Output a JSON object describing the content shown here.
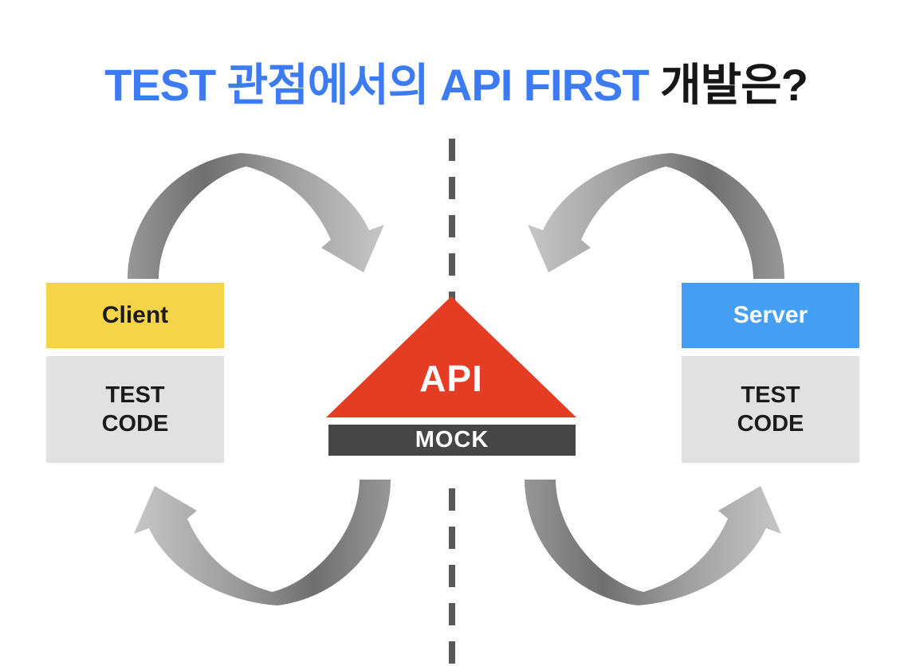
{
  "title": {
    "highlight": "TEST 관점에서의 API FIRST ",
    "rest": "개발은?"
  },
  "left": {
    "header": "Client",
    "body": "TEST\nCODE"
  },
  "right": {
    "header": "Server",
    "body": "TEST\nCODE"
  },
  "center": {
    "triangle_label": "API",
    "bar_label": "MOCK"
  },
  "icons": {
    "top_left": "arrow-client-to-api",
    "top_right": "arrow-server-to-api",
    "bottom_left": "arrow-api-to-client",
    "bottom_right": "arrow-api-to-server",
    "divider": "dashed-divider-line"
  },
  "colors": {
    "title_highlight": "#3C7BF1",
    "title_rest": "#161616",
    "client_header_bg": "#F6D44A",
    "server_header_bg": "#459FF4",
    "test_code_bg": "#E1E1E1",
    "api_triangle": "#E53C24",
    "mock_bar": "#464646",
    "dashed_line": "#595959",
    "arrow_dark": "#6F6F6F",
    "arrow_light": "#C6C6C6",
    "background": "#FFFFFF"
  }
}
